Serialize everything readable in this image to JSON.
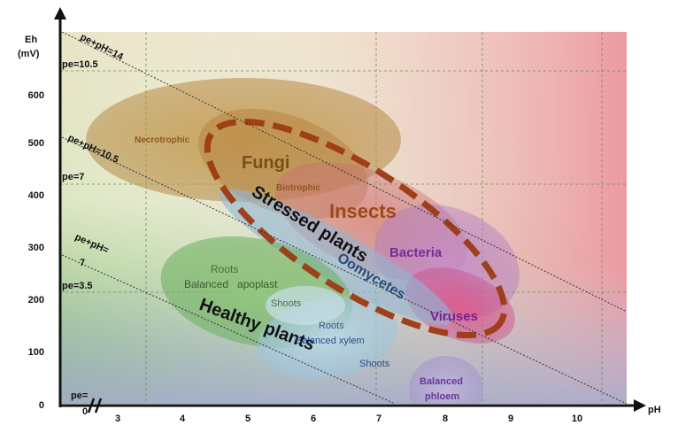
{
  "axes": {
    "y_title_line1": "Eh",
    "y_title_line2": "(mV)",
    "x_title": "pH",
    "y_ticks": [
      "0",
      "100",
      "200",
      "300",
      "400",
      "500",
      "600"
    ],
    "x_ticks": [
      "3",
      "4",
      "5",
      "6",
      "7",
      "8",
      "9",
      "10"
    ],
    "x_origin_label": "0"
  },
  "pe_labels": {
    "pe_10_5": "pe=10.5",
    "pe_7": "pe=7",
    "pe_3_5": "pe=3.5",
    "pe_0": "pe="
  },
  "isolines": {
    "ph14": "pe+pH=14",
    "ph10_5": "pe+pH=10.5",
    "ph7_line1": "pe+pH=",
    "ph7_line2": "7"
  },
  "zones": {
    "necrotrophic": "Necrotrophic",
    "fungi": "Fungi",
    "biotrophic": "Biotrophic",
    "stressed_plants": "Stressed plants",
    "insects": "Insects",
    "bacteria": "Bacteria",
    "oomycetes": "Oomycetes",
    "viruses": "Viruses",
    "roots_apoplast": "Roots",
    "balanced_apoplast": "Balanced   apoplast",
    "shoots_apoplast": "Shoots",
    "healthy_plants": "Healthy plants",
    "roots_xylem": "Roots",
    "balanced_xylem": "Balanced xylem",
    "shoots_xylem": "Shoots",
    "balanced_phloem_1": "Balanced",
    "balanced_phloem_2": "phloem"
  },
  "colors": {
    "fungi": "#b8862e",
    "stressed_outline": "#9c3a12",
    "insects": "#a0521c",
    "bacteria_purple": "#8a2aa8",
    "viruses_purple": "#7a2090",
    "oomycetes_blue": "#2a5a8a",
    "healthy_green": "#4a8a3a",
    "xylem_blue": "#3a6aa8"
  }
}
